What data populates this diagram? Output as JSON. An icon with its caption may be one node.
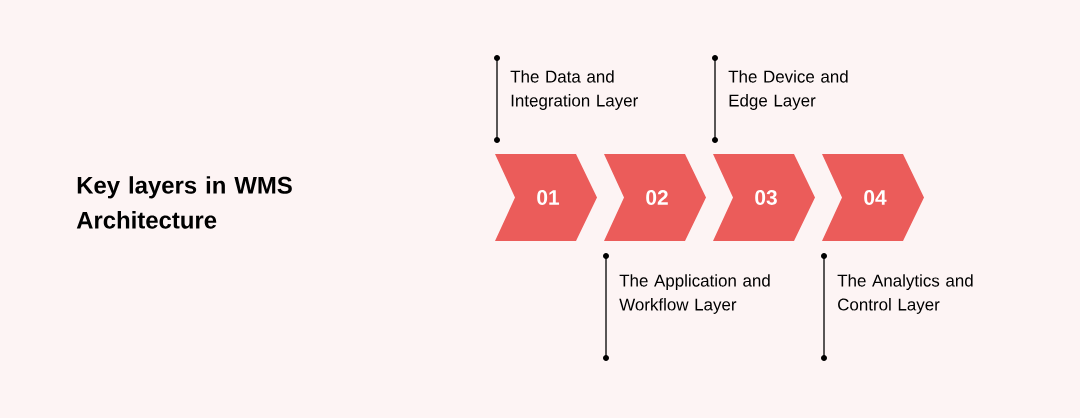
{
  "diagram": {
    "title": "Key layers in WMS Architecture",
    "nodes": [
      {
        "text": [
          "01"
        ],
        "beside": [
          "The Data and Integration Layer"
        ]
      },
      {
        "text": [
          "02"
        ],
        "beside": [
          "The Application and Workflow Layer"
        ]
      },
      {
        "text": [
          "03"
        ],
        "beside": [
          "The Device and Edge Layer"
        ]
      },
      {
        "text": [
          "04"
        ],
        "beside": [
          "The Analytics and Control Layer"
        ]
      }
    ]
  }
}
